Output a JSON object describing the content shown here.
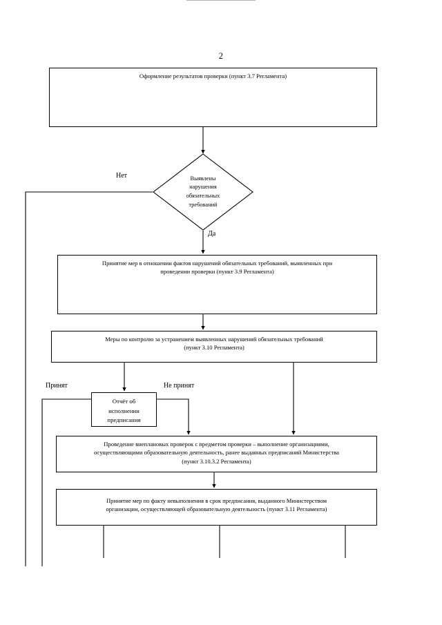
{
  "document": {
    "page_number": "2",
    "language": "ru",
    "title": "Блок-схема: оформление результатов проверки"
  },
  "nodes": [
    {
      "id": "box-registration-results",
      "shape": "process",
      "lines": [
        "Оформление результатов проверки (пункт 3.7 Регламента)"
      ]
    },
    {
      "id": "decision-violations",
      "shape": "decision",
      "lines": [
        "Выявлены",
        "нарушения",
        "обязательных",
        "требований"
      ]
    },
    {
      "id": "box-measures-violations",
      "shape": "process",
      "lines": [
        "Принятие мер в отношении фактов нарушений обязательных требований, выявленных при",
        "проведении проверки (пункт 3.9 Регламента)"
      ]
    },
    {
      "id": "box-control-measures",
      "shape": "process",
      "lines": [
        "Меры по контролю за устранением выявленных нарушений обязательных требований",
        "(пункт 3.10 Регламента)"
      ]
    },
    {
      "id": "box-report",
      "shape": "process",
      "lines": [
        "Отчёт об",
        "исполнении",
        "предписания"
      ]
    },
    {
      "id": "box-unscheduled-inspections",
      "shape": "process",
      "lines": [
        "Проведение внеплановых проверок с предметом проверки – выполнение организациями,",
        "осуществляющими образовательную деятельность, ранее выданных предписаний Министерства",
        "(пункт 3.10.3.2 Регламента)"
      ]
    },
    {
      "id": "box-measures-nonfulfilment",
      "shape": "process",
      "lines": [
        "Принятие мер по факту невыполнения в срок предписания, выданного Министерством",
        "организации, осуществляющей образовательную деятельность (пункт 3.11 Регламента)"
      ]
    }
  ],
  "edge_labels": {
    "no": "Нет",
    "yes": "Да",
    "accepted": "Принят",
    "not_accepted": "Не принят"
  },
  "colors": {
    "stroke": "#000000",
    "background": "#ffffff",
    "text": "#000000"
  }
}
